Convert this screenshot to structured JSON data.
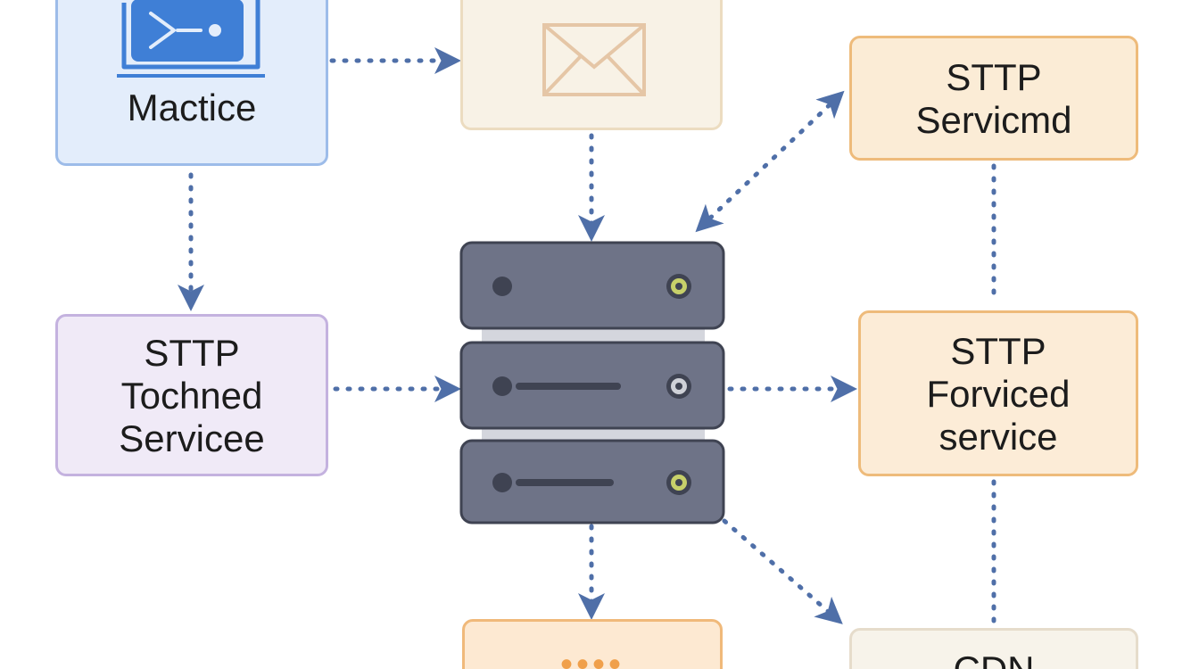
{
  "nodes": {
    "machine": {
      "label": "Mactice",
      "icon": "terminal-folder-icon"
    },
    "mail": {
      "icon": "envelope-icon"
    },
    "sttp_servicmd": {
      "label": "STTP\nServicmd"
    },
    "sttp_tochned": {
      "label": "STTP\nTochned\nServicee"
    },
    "server": {
      "icon": "server-stack-icon"
    },
    "sttp_forviced": {
      "label": "STTP\nForviced\nservice"
    },
    "bottom_menu": {
      "icon": "dots-icon",
      "dots": "••••"
    },
    "cdn": {
      "label": "CDN"
    }
  },
  "colors": {
    "arrow": "#4f6fa8",
    "server_body": "#6e7387",
    "server_dark": "#3f4352",
    "server_led": "#c7d06a",
    "icon_blue": "#3f7fd6",
    "mail_stroke": "#e5c6a6"
  }
}
